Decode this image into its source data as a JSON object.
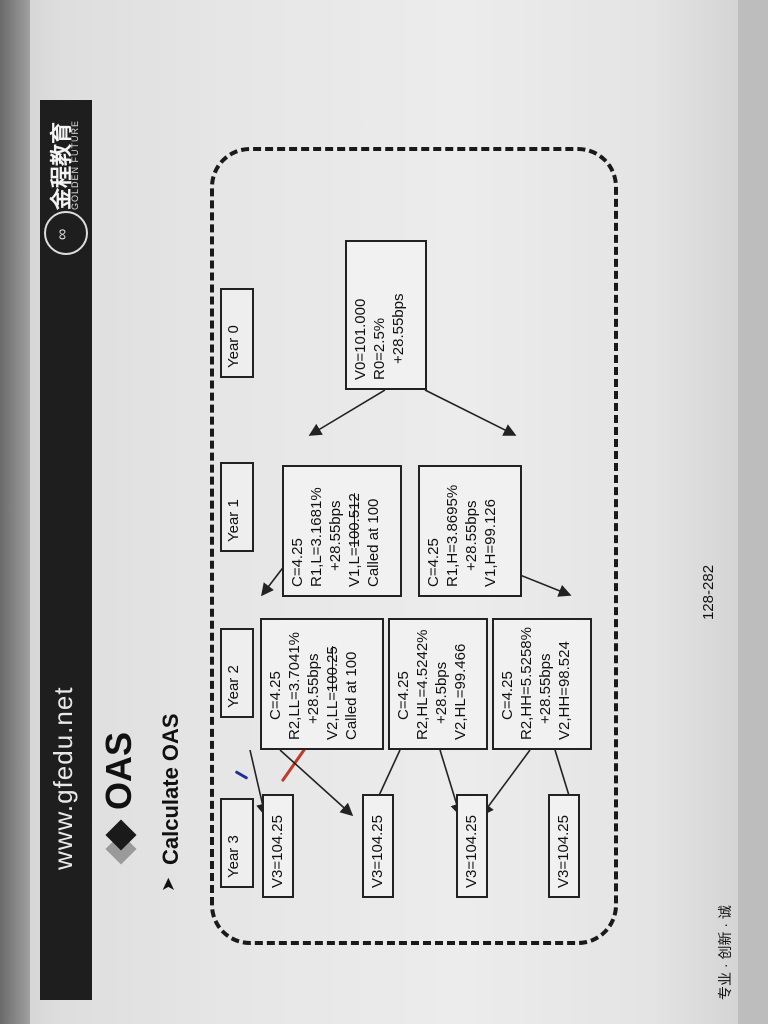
{
  "header": {
    "url": "www.gfedu.net",
    "brand": "金程教育",
    "brand_sub": "GOLDEN FUTURE",
    "logo_glyph": "∞"
  },
  "title": "OAS",
  "subtitle": "Calculate OAS",
  "bullet_glyph": "➤",
  "colors": {
    "banner": "#1e1e1e",
    "diamond_dark": "#1a1a1a",
    "diamond_light": "#9a9a9a",
    "red_mark": "#c0392b",
    "blue_mark": "#1d2f9a"
  },
  "nodes": {
    "root": {
      "l1": "V0=101.000",
      "l2": "R0=2.5%",
      "l3": "+28.55bps"
    },
    "n1H": {
      "l1": "C=4.25",
      "l2": "R1,H=3.8695%",
      "l3": "+28.55bps",
      "l4": "V1,H=99.126"
    },
    "n1L": {
      "l1": "C=4.25",
      "l2": "R1,L=3.1681%",
      "l3": "+28.55bps",
      "l4": "V1,L=",
      "l4s": "100.512",
      "l5": "Called at 100"
    },
    "n2HH": {
      "l1": "C=4.25",
      "l2": "R2,HH=5.5258%",
      "l3": "+28.55bps",
      "l4": "V2,HH=98.524"
    },
    "n2HL": {
      "l1": "C=4.25",
      "l2": "R2,HL=4.5242%",
      "l3": "+28.5bps",
      "l4": "V2,HL=99.466"
    },
    "n2LL": {
      "l1": "C=4.25",
      "l2": "R2,LL=3.7041%",
      "l3": "+28.55bps",
      "l4": "V2,LL=",
      "l4s": "100.25",
      "l5": "Called at 100"
    },
    "n3a": {
      "l1": "V3=104.25"
    },
    "n3b": {
      "l1": "V3=104.25"
    },
    "n3c": {
      "l1": "V3=104.25"
    },
    "n3d": {
      "l1": "V3=104.25"
    }
  },
  "years": {
    "y0": "Year 0",
    "y1": "Year 1",
    "y2": "Year 2",
    "y3": "Year 3"
  },
  "page_number": "128-282",
  "side_text": "专业 · 创新 · 诚"
}
